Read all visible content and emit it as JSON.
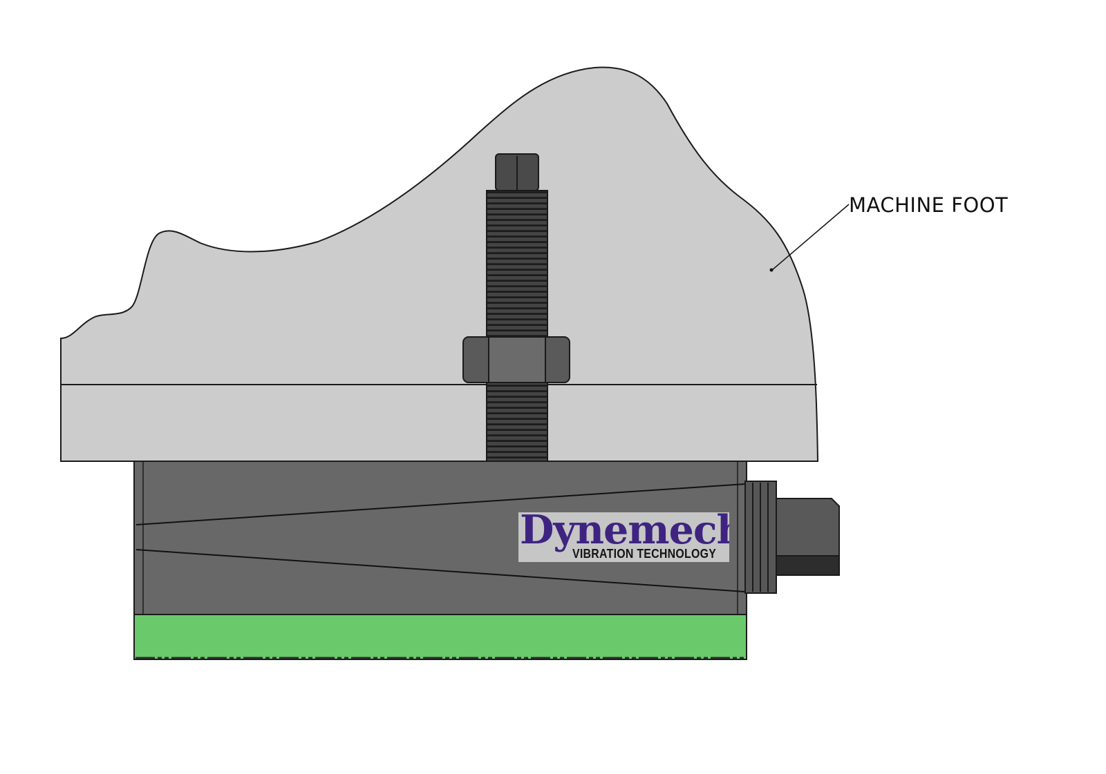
{
  "labels": {
    "machine_foot": "MACHINE FOOT"
  },
  "logo": {
    "wordmark": "Dynemech",
    "tagline": "VIBRATION TECHNOLOGY"
  },
  "colors": {
    "machine_foot": "#cccccc",
    "mount_body": "#686868",
    "pad": "#69c96b",
    "bolt": "#424242",
    "logo_background": "#c6c6c6",
    "logo_wordmark": "#3e2480"
  }
}
